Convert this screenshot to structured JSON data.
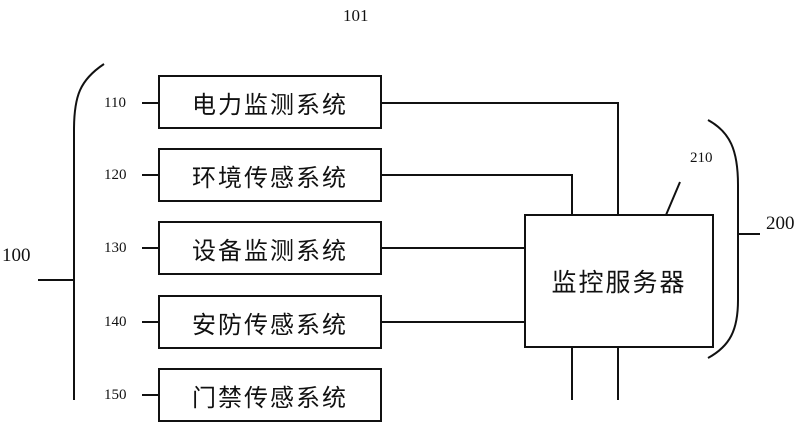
{
  "figure": {
    "top_ref": "101",
    "group_left_ref": "100",
    "group_right_ref": "200",
    "server_ref": "210",
    "server_label": "监控服务器",
    "subsystems": [
      {
        "ref": "110",
        "label": "电力监测系统"
      },
      {
        "ref": "120",
        "label": "环境传感系统"
      },
      {
        "ref": "130",
        "label": "设备监测系统"
      },
      {
        "ref": "140",
        "label": "安防传感系统"
      },
      {
        "ref": "150",
        "label": "门禁传感系统"
      }
    ]
  }
}
